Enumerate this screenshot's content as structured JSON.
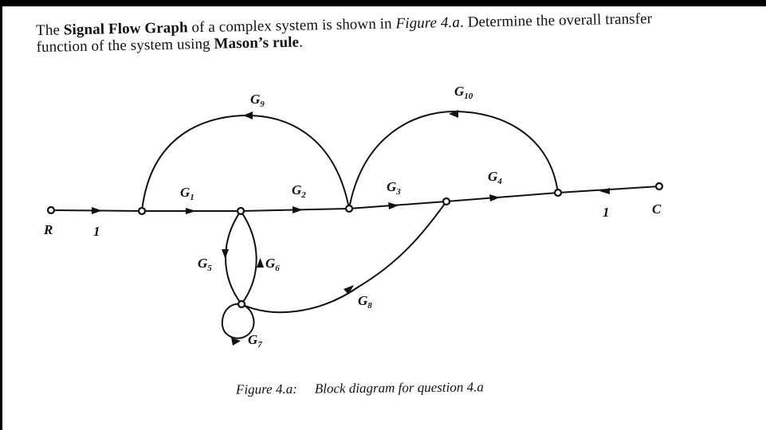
{
  "question": {
    "line1": {
      "p1": "The ",
      "b1": "Signal Flow Graph",
      "p2": " of a complex system is shown in ",
      "i1": "Figure 4.a",
      "p3": ". Determine the overall transfer"
    },
    "line2": {
      "p1": "function of the system using ",
      "b1": "Mason’s rule",
      "p2": "."
    }
  },
  "diagram": {
    "nodes": [
      {
        "id": "R",
        "label": "R"
      },
      {
        "id": "n1"
      },
      {
        "id": "n2"
      },
      {
        "id": "n3"
      },
      {
        "id": "n4"
      },
      {
        "id": "n5"
      },
      {
        "id": "n6"
      },
      {
        "id": "C",
        "label": "C"
      }
    ],
    "branches": [
      {
        "from": "R",
        "to": "n1",
        "gain": "1"
      },
      {
        "from": "n1",
        "to": "n2",
        "gain": "G1"
      },
      {
        "from": "n2",
        "to": "n3",
        "gain": "G2"
      },
      {
        "from": "n3",
        "to": "n4",
        "gain": "G3"
      },
      {
        "from": "n4",
        "to": "n5",
        "gain": "G4"
      },
      {
        "from": "n2",
        "to": "n6",
        "gain": "G5"
      },
      {
        "from": "n6",
        "to": "n2",
        "gain": "G6"
      },
      {
        "from": "n6",
        "to": "n6",
        "gain": "G7"
      },
      {
        "from": "n6",
        "to": "n4",
        "gain": "G8"
      },
      {
        "from": "n3",
        "to": "n1",
        "gain": "G9"
      },
      {
        "from": "n5",
        "to": "n3",
        "gain": "G10"
      },
      {
        "from": "n5",
        "to": "C",
        "gain": "1"
      }
    ],
    "labels": {
      "R": "R",
      "C": "C",
      "one_in": "1",
      "one_out": "1",
      "G1": "G",
      "G1s": "1",
      "G2": "G",
      "G2s": "2",
      "G3": "G",
      "G3s": "3",
      "G4": "G",
      "G4s": "4",
      "G5": "G",
      "G5s": "5",
      "G6": "G",
      "G6s": "6",
      "G7": "G",
      "G7s": "7",
      "G8": "G",
      "G8s": "8",
      "G9": "G",
      "G9s": "9",
      "G10": "G",
      "G10s": "10"
    }
  },
  "caption": {
    "figure": "Figure 4.a:",
    "text": "Block diagram for question 4.a"
  }
}
